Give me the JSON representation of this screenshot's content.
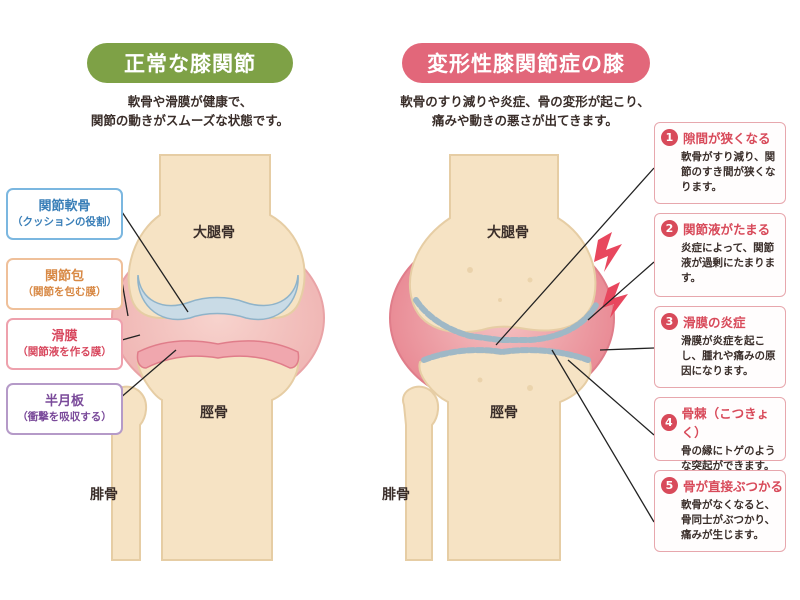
{
  "left": {
    "title": "正常な膝関節",
    "desc1": "軟骨や滑膜が健康で、",
    "desc2": "関節の動きがスムーズな状態です。",
    "femur": "大腿骨",
    "tibia": "脛骨",
    "fibula": "腓骨",
    "labels": [
      {
        "name": "関節軟骨",
        "sub": "（クッションの役割）",
        "color": "#4f9fd6"
      },
      {
        "name": "関節包",
        "sub": "（関節を包む膜）",
        "color": "#e5a26a"
      },
      {
        "name": "滑膜",
        "sub": "（関節液を作る膜）",
        "color": "#e3607a"
      },
      {
        "name": "半月板",
        "sub": "（衝撃を吸収する）",
        "color": "#8a5aa8"
      }
    ]
  },
  "right": {
    "title": "変形性膝関節症の膝",
    "desc1": "軟骨のすり減りや炎症、骨の変形が起こり、",
    "desc2": "痛みや動きの悪さが出てきます。",
    "femur": "大腿骨",
    "tibia": "脛骨",
    "fibula": "腓骨",
    "cards": [
      {
        "num": "1",
        "title": "隙間が狭くなる",
        "body": "軟骨がすり減り、関節のすき間が狭くなります。"
      },
      {
        "num": "2",
        "title": "関節液がたまる",
        "body": "炎症によって、関節液が過剰にたまります。"
      },
      {
        "num": "3",
        "title": "滑膜の炎症",
        "body": "滑膜が炎症を起こし、腫れや痛みの原因になります。"
      },
      {
        "num": "4",
        "title": "骨棘（こつきょく）",
        "body": "骨の縁にトゲのような突起ができます。"
      },
      {
        "num": "5",
        "title": "骨が直接ぶつかる",
        "body": "軟骨がなくなると、骨同士がぶつかり、痛みが生じます。"
      }
    ]
  },
  "colors": {
    "green": "#7ea146",
    "pink": "#e2677a",
    "bone": "#f6e3c4",
    "bone_edge": "#e6cda4",
    "cartilage": "#c9dbe6",
    "synovium": "#f0a7ae"
  }
}
